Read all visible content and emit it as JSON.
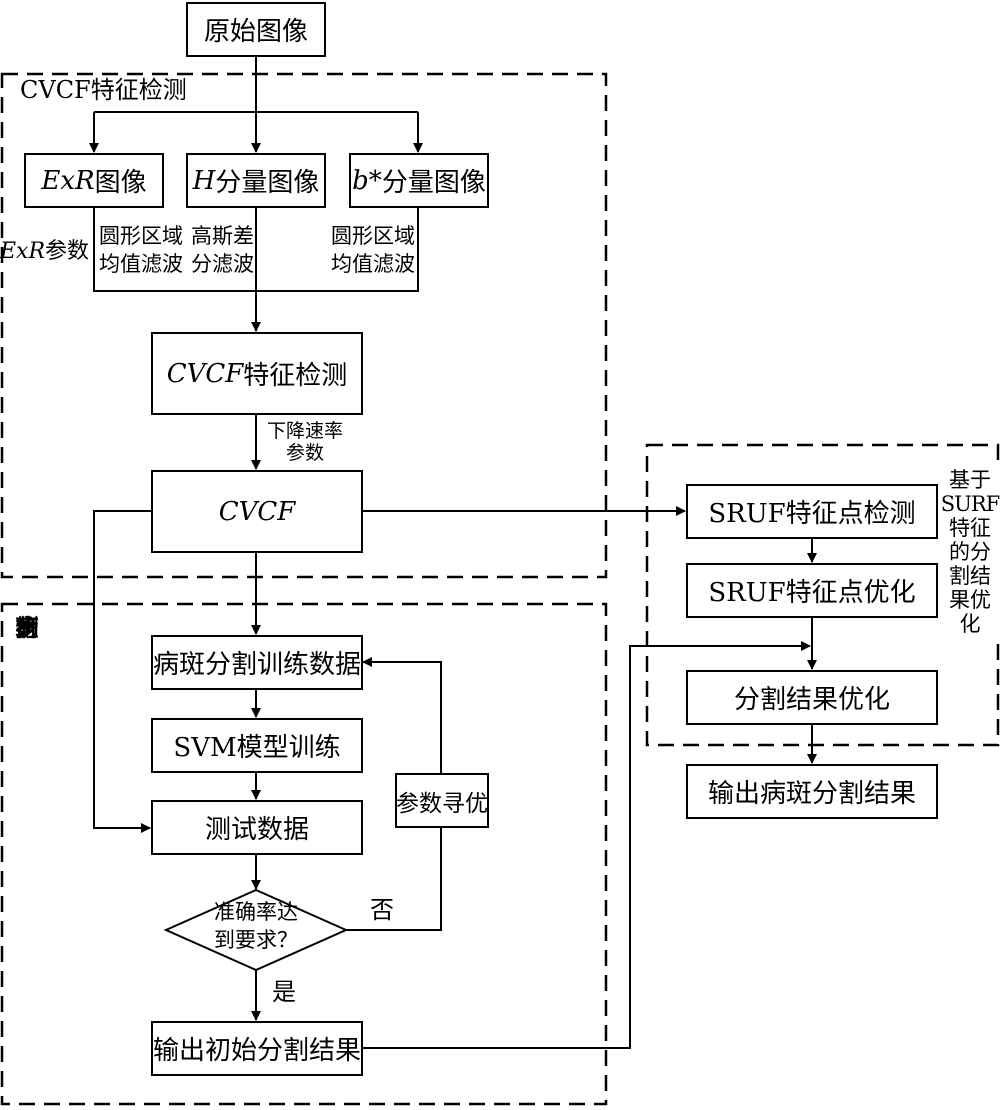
{
  "nodes": {
    "original_image": "原始图像",
    "exr_image": {
      "var": "ExR",
      "text": "图像"
    },
    "h_image": {
      "var": "H",
      "text": "分量图像"
    },
    "b_image": {
      "var": "b*",
      "text": "分量图像"
    },
    "cvcf_detection": {
      "var": "CVCF",
      "text": "特征检测"
    },
    "cvcf": "CVCF",
    "train_data": "病斑分割训练数据",
    "svm_train": "SVM模型训练",
    "test_data": "测试数据",
    "decision": {
      "line1": "准确率达",
      "line2": "到要求？"
    },
    "param_opt": "参数寻优",
    "initial_output": "输出初始分割结果",
    "surf_detect": "SRUF特征点检测",
    "surf_opt": "SRUF特征点优化",
    "seg_opt": "分割结果优化",
    "final_output": "输出病斑分割结果"
  },
  "labels": {
    "exr_param": {
      "var": "ExR",
      "text": "参数"
    },
    "circle_filter_1": {
      "line1": "圆形区域",
      "line2": "均值滤波"
    },
    "dog_filter": {
      "line1": "高斯差",
      "line2": "分滤波"
    },
    "circle_filter_2": {
      "line1": "圆形区域",
      "line2": "均值滤波"
    },
    "decline_rate": {
      "line1": "下降速率",
      "line2": "参数"
    },
    "no": "否",
    "yes": "是"
  },
  "groups": {
    "cvcf_group": "CVCF特征检测",
    "initial_seg_group": [
      "病",
      "斑",
      "分",
      "割",
      "初",
      "步"
    ],
    "surf_group": [
      "基于",
      "SURF",
      "特征",
      "的分",
      "割结",
      "果优",
      "化"
    ]
  }
}
